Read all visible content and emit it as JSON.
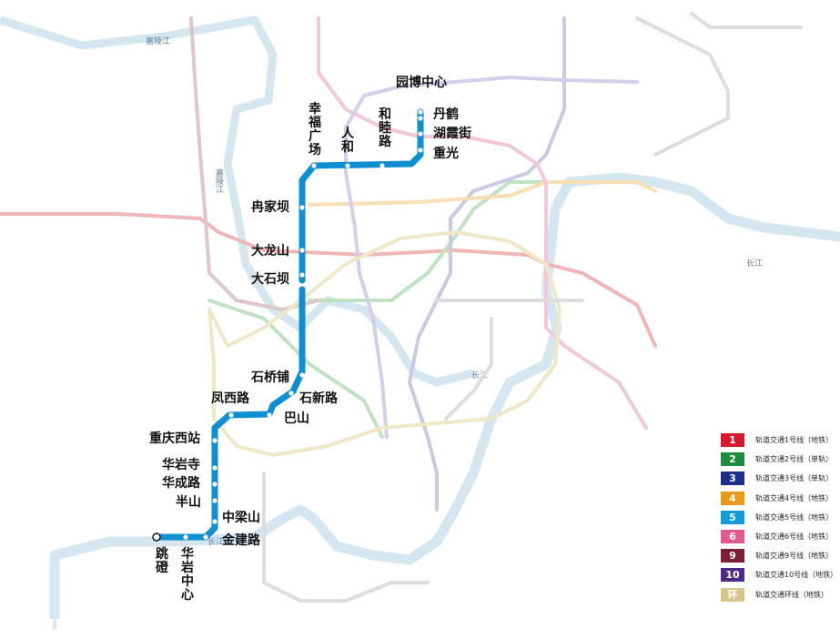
{
  "map": {
    "rivers": [
      {
        "label": "嘉陵江"
      },
      {
        "label": "嘉陵江"
      },
      {
        "label": "长江"
      },
      {
        "label": "长江"
      },
      {
        "label": "长江"
      }
    ],
    "line5": {
      "color": "#0e8fd1",
      "stations": [
        {
          "name": "园博中心",
          "lines": [
            "园博中心"
          ]
        },
        {
          "name": "丹鹤",
          "lines": [
            "丹鹤"
          ]
        },
        {
          "name": "湖霞街",
          "lines": [
            "湖霞街"
          ]
        },
        {
          "name": "重光",
          "lines": [
            "重光"
          ]
        },
        {
          "name": "和睦路",
          "lines": [
            "和",
            "睦",
            "路"
          ]
        },
        {
          "name": "人和",
          "lines": [
            "人",
            "和"
          ]
        },
        {
          "name": "幸福广场",
          "lines": [
            "幸",
            "福",
            "广",
            "场"
          ]
        },
        {
          "name": "冉家坝",
          "lines": [
            "冉家坝"
          ]
        },
        {
          "name": "大龙山",
          "lines": [
            "大龙山"
          ]
        },
        {
          "name": "大石坝",
          "lines": [
            "大石坝"
          ]
        },
        {
          "name": "石桥铺",
          "lines": [
            "石桥铺"
          ]
        },
        {
          "name": "石新路",
          "lines": [
            "石新路"
          ]
        },
        {
          "name": "凤西路",
          "lines": [
            "凤西路"
          ]
        },
        {
          "name": "巴山",
          "lines": [
            "巴山"
          ]
        },
        {
          "name": "重庆西站",
          "lines": [
            "重庆西站"
          ]
        },
        {
          "name": "华岩寺",
          "lines": [
            "华岩寺"
          ]
        },
        {
          "name": "华成路",
          "lines": [
            "华成路"
          ]
        },
        {
          "name": "半山",
          "lines": [
            "半山"
          ]
        },
        {
          "name": "中梁山",
          "lines": [
            "中梁山"
          ]
        },
        {
          "name": "金建路",
          "lines": [
            "金建路"
          ]
        },
        {
          "name": "华岩中心",
          "lines": [
            "华",
            "岩",
            "中",
            "心"
          ]
        },
        {
          "name": "跳磴",
          "lines": [
            "跳",
            "磴"
          ]
        }
      ]
    },
    "faded_lines": [
      {
        "id": "line1",
        "color": "#e87a7a"
      },
      {
        "id": "line2",
        "color": "#9bcf9b"
      },
      {
        "id": "line3",
        "color": "#a9a9cf"
      },
      {
        "id": "line4",
        "color": "#f2cf86"
      },
      {
        "id": "line6",
        "color": "#e8a0bf"
      },
      {
        "id": "line9",
        "color": "#c7a2a8"
      },
      {
        "id": "line10",
        "color": "#b8a9d6"
      },
      {
        "id": "loop",
        "color": "#e6d9a0"
      },
      {
        "id": "gray",
        "color": "#cccccc"
      }
    ]
  },
  "legend": [
    {
      "num": "1",
      "label": "轨道交通1号线（地铁）",
      "color": "#d7192b"
    },
    {
      "num": "2",
      "label": "轨道交通2号线（单轨）",
      "color": "#1f8b3c"
    },
    {
      "num": "3",
      "label": "轨道交通3号线（单轨）",
      "color": "#1d2f87"
    },
    {
      "num": "4",
      "label": "轨道交通4号线（地铁）",
      "color": "#e8991a"
    },
    {
      "num": "5",
      "label": "轨道交通5号线（地铁）",
      "color": "#169ad8"
    },
    {
      "num": "6",
      "label": "轨道交通6号线（地铁）",
      "color": "#e05b8b"
    },
    {
      "num": "9",
      "label": "轨道交通9号线（地铁）",
      "color": "#7b1f33"
    },
    {
      "num": "10",
      "label": "轨道交通10号线（地铁）",
      "color": "#4b2b86"
    },
    {
      "num": "环",
      "label": "轨道交通环线（地铁）",
      "color": "#d8c48a"
    }
  ]
}
